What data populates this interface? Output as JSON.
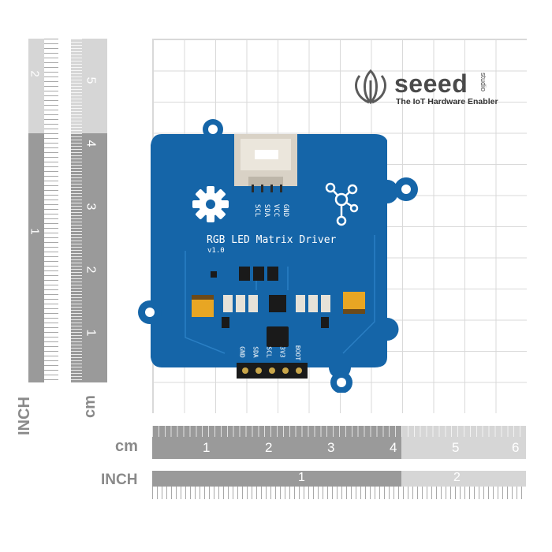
{
  "board": {
    "title": "RGB LED Matrix Driver",
    "version": "v1.0",
    "top_pins": [
      "SCL",
      "SDA",
      "VCC",
      "GND"
    ],
    "bottom_pins": [
      "GND",
      "SDA",
      "SCL",
      "3V3",
      "BOOT"
    ],
    "color": "#1565a8"
  },
  "logo": {
    "name": "seeed",
    "studio": "studio",
    "tagline": "The IoT Hardware Enabler"
  },
  "rulers": {
    "bottom_cm_unit": "cm",
    "bottom_cm_numbers": [
      "1",
      "2",
      "3",
      "4",
      "5",
      "6"
    ],
    "bottom_inch_unit": "INCH",
    "bottom_inch_numbers": [
      "1",
      "2"
    ],
    "left_inch_unit": "INCH",
    "left_inch_numbers": [
      "2",
      "1"
    ],
    "left_cm_unit": "cm",
    "left_cm_numbers": [
      "5",
      "4",
      "3",
      "2",
      "1"
    ]
  }
}
